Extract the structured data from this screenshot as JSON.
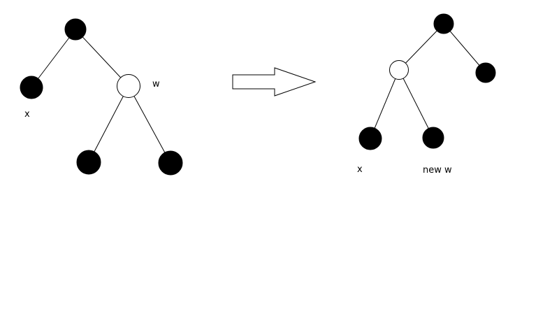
{
  "colors": {
    "background": "#ffffff",
    "stroke": "#000000",
    "black_node": "#000000",
    "white_node": "#ffffff"
  },
  "diagram": {
    "before": {
      "label_x": "x",
      "label_w": "w"
    },
    "arrow": {
      "icon": "right-arrow-icon"
    },
    "after": {
      "label_x": "x",
      "label_new_w": "new w"
    }
  }
}
